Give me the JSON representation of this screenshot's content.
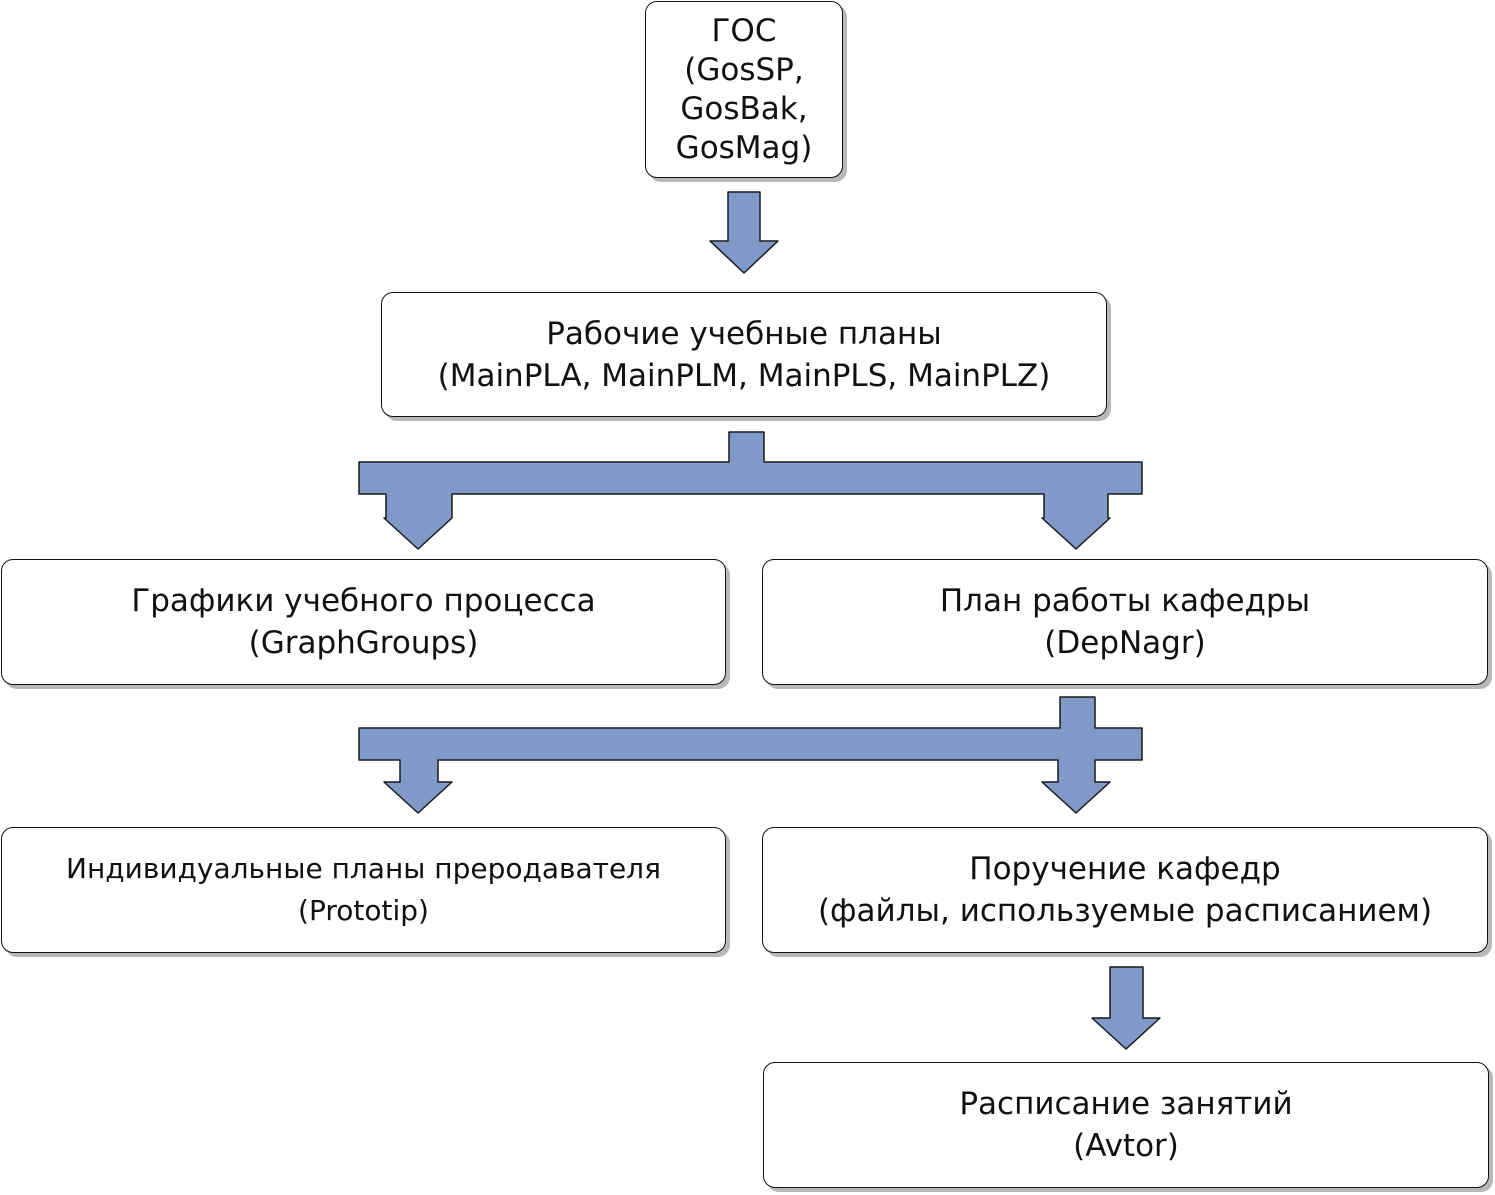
{
  "colors": {
    "arrow_fill": "#7f9ac8",
    "arrow_stroke": "#1a1a1a",
    "box_border": "#111111",
    "shadow": "#b8b8b8"
  },
  "nodes": {
    "gos": {
      "lines": [
        "ГОС",
        "(GosSP,",
        "GosBak,",
        "GosMag)"
      ]
    },
    "curricula": {
      "lines": [
        "Рабочие учебные планы",
        "(MainPLA, MainPLM, MainPLS, MainPLZ)"
      ]
    },
    "schedule_graphs": {
      "lines": [
        "Графики учебного процесса",
        "(GraphGroups)"
      ]
    },
    "dept_plan": {
      "lines": [
        "План работы кафедры",
        "(DepNagr)"
      ]
    },
    "teacher_plans": {
      "lines": [
        "Индивидуальные планы преродавателя",
        "(Prototip)"
      ]
    },
    "dept_assignment": {
      "lines": [
        "Поручение кафедр",
        "(файлы, используемые расписанием)"
      ]
    },
    "timetable": {
      "lines": [
        "Расписание занятий",
        "(Avtor)"
      ]
    }
  }
}
